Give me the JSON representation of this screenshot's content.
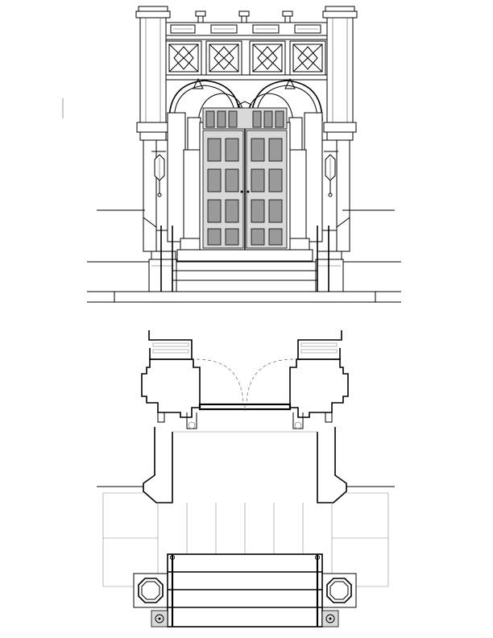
{
  "drawing": {
    "views": [
      {
        "id": "elevation",
        "kind": "front elevation of gothic entrance portal"
      },
      {
        "id": "plan",
        "kind": "floor plan of entrance portal with steps"
      }
    ],
    "elevation": {
      "door_leaves": 2,
      "panel_rows_per_leaf": 4,
      "panel_columns_per_leaf": 2,
      "lanterns": 2,
      "finials": 3,
      "tracery_panels": 4,
      "steps": 3
    },
    "plan": {
      "door_swings": 2,
      "steps": 3,
      "octagonal_piers": 2,
      "handrails": 2
    },
    "colors": {
      "ink": "#000000",
      "paper": "#ffffff",
      "door_fill": "#9a9a9a",
      "stone_fill": "#d9d9d9"
    }
  }
}
